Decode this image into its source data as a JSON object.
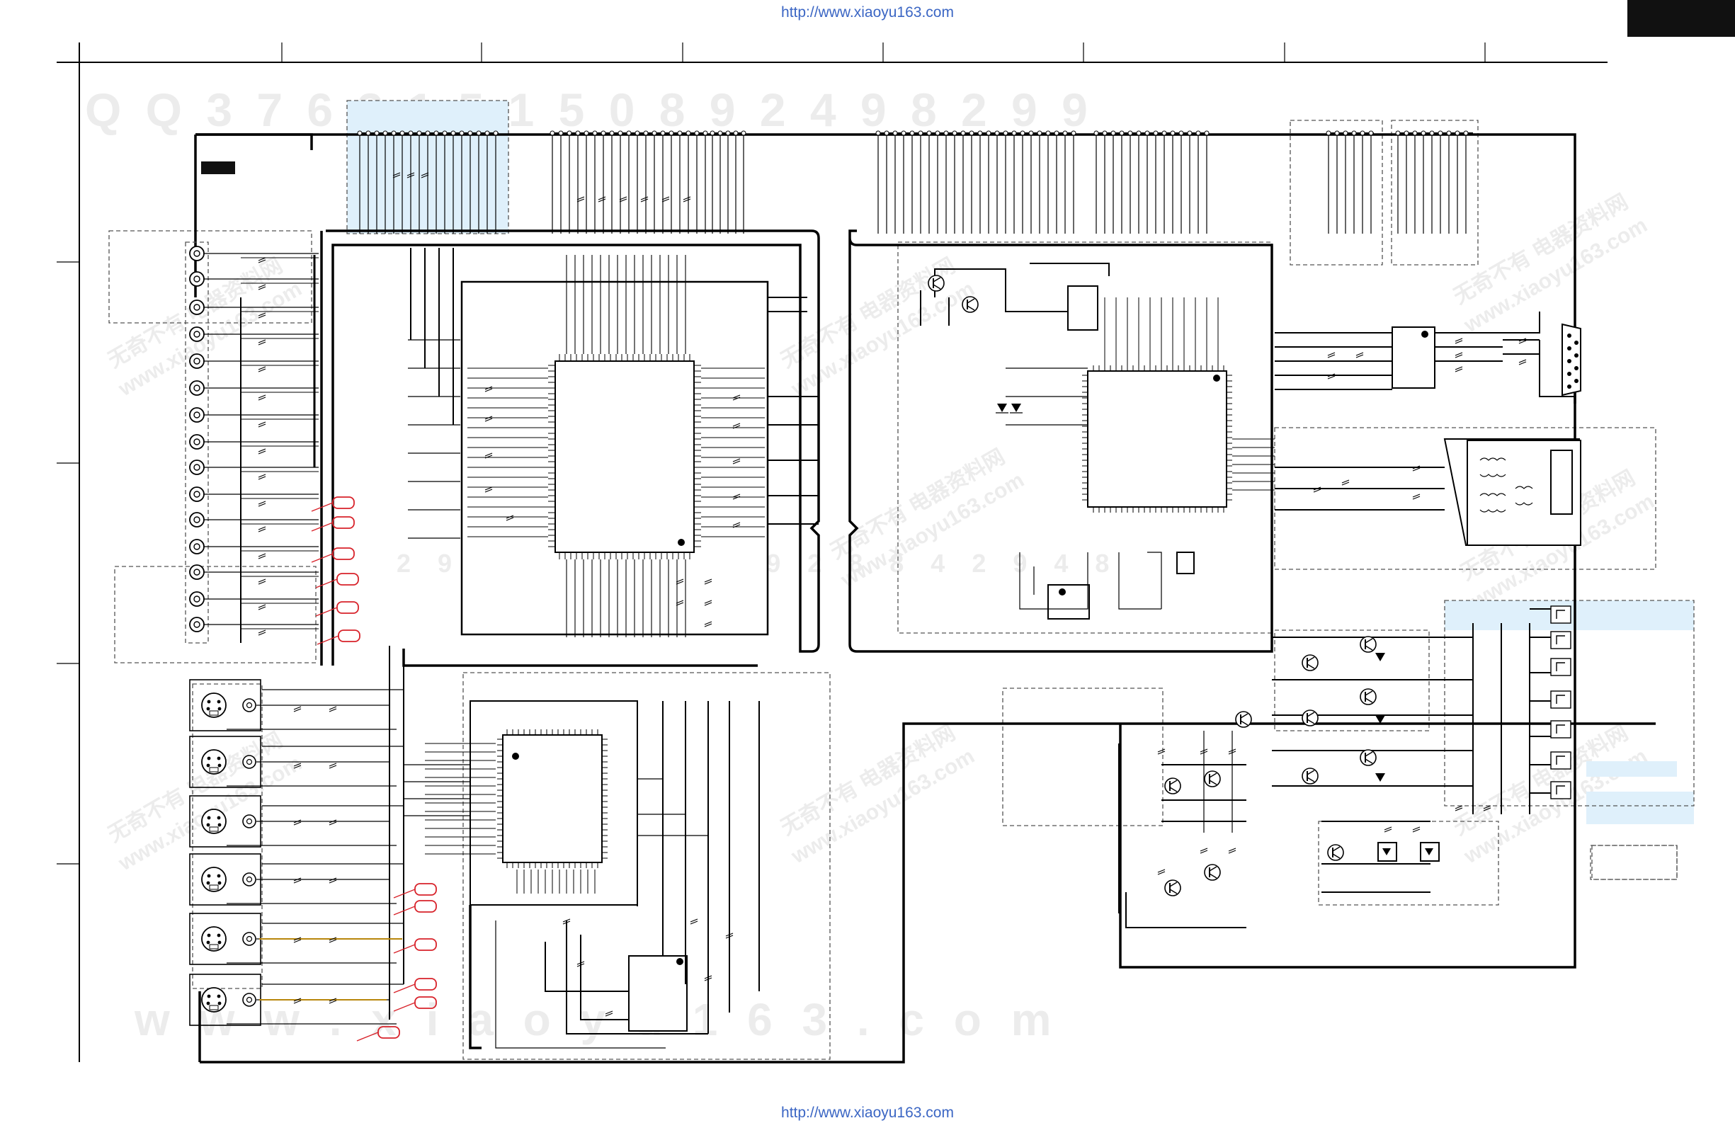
{
  "header": {
    "source_url_top": "http://www.xiaoyu163.com",
    "source_url_bottom": "http://www.xiaoyu163.com",
    "url_color": "#3b66c4"
  },
  "watermarks": {
    "top_row": "Q Q 3 7 6 3 1 5 1 5 0     8 9 2 4 9 8 2 9 9",
    "middle_row": "2 9 4 8 7 1 5 8 9 9 2 8 8 4 2 9 4 8",
    "bottom_row": "w w w . x i a o y u 1 6 3 . c o m",
    "diagonal_cn": "无奇不有 电器资料网",
    "diagonal_url": "www.xiaoyu163.com",
    "color": "#ececec"
  },
  "colors": {
    "line": "#000000",
    "highlight_fill": "#dff0fb",
    "annotation_red": "#d8222a",
    "trace_gold": "#b8860b",
    "tab_fill": "#111111"
  },
  "icons": {
    "serial_port": "db9-connector-icon",
    "rca_jack": "rca-jack-icon",
    "svideo_jack": "svideo-jack-icon",
    "transistor": "transistor-icon",
    "led": "led-icon",
    "transformer": "transformer-icon",
    "chip": "ic-chip-icon"
  }
}
